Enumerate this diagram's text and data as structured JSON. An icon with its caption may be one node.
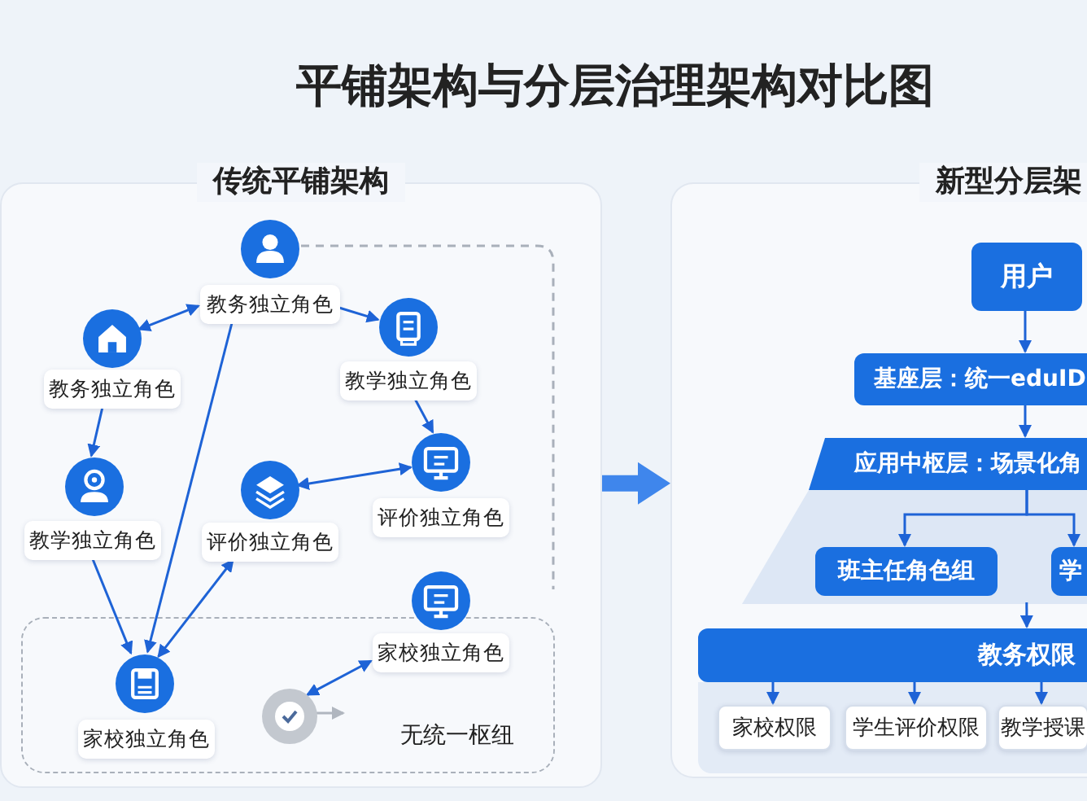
{
  "diagram": {
    "title": "平铺架构与分层治理架构对比图",
    "nodes": [
      {
        "text": [
          "传统平铺架构"
        ]
      },
      {
        "text": [
          "教务独立角色"
        ],
        "in": 0
      },
      {
        "text": [
          "教务独立角色"
        ],
        "in": 0
      },
      {
        "text": [
          "教学独立角色"
        ],
        "in": 0
      },
      {
        "text": [
          "评价独立角色"
        ],
        "in": 0
      },
      {
        "text": [
          "教学独立角色"
        ],
        "in": 0
      },
      {
        "text": [
          "评价独立角色"
        ],
        "in": 0
      },
      {
        "text": [
          "家校独立角色"
        ],
        "in": 0
      },
      {
        "text": [
          "无统一枢纽"
        ],
        "in": 0
      },
      {
        "text": [
          "家校独立角色"
        ],
        "in": 8
      },
      {
        "text": [],
        "shape": "circle",
        "in": 8
      },
      {
        "text": [
          "新型分层架"
        ]
      },
      {
        "text": [
          "用户"
        ],
        "in": 11
      },
      {
        "text": [
          "基座层：统一eduID"
        ],
        "in": 11
      },
      {
        "text": [
          "应用中枢层：场景化角"
        ],
        "in": 11
      },
      {
        "text": [],
        "shape": "band",
        "in": 11
      },
      {
        "text": [
          "班主任角色组"
        ],
        "in": 15
      },
      {
        "text": [
          "学"
        ],
        "in": 15
      },
      {
        "text": [
          "教务权限"
        ],
        "in": 11
      },
      {
        "text": [
          "家校权限"
        ],
        "in": 11
      },
      {
        "text": [
          "学生评价权限"
        ],
        "in": 11
      },
      {
        "text": [
          "教学授课"
        ],
        "in": 11
      }
    ],
    "edges": [
      {
        "from": 2,
        "to": 1,
        "arrow": "both"
      },
      {
        "from": 1,
        "to": 3,
        "arrow": "to"
      },
      {
        "from": 2,
        "to": 5,
        "arrow": "to"
      },
      {
        "from": 3,
        "to": 4,
        "arrow": "to"
      },
      {
        "from": 4,
        "to": 6,
        "arrow": "both"
      },
      {
        "from": 1,
        "to": 9,
        "arrow": "to"
      },
      {
        "from": 5,
        "to": 9,
        "arrow": "to"
      },
      {
        "from": 9,
        "to": 6,
        "arrow": "both"
      },
      {
        "from": 7,
        "to": 10,
        "arrow": "both"
      },
      {
        "from": 10,
        "to": null,
        "arrow": "to",
        "color": "#b0b6bf"
      },
      {
        "from": 0,
        "to": 11,
        "arrow": "to",
        "style": "thick"
      },
      {
        "from": 12,
        "to": 13,
        "arrow": "to"
      },
      {
        "from": 13,
        "to": 14,
        "arrow": "to"
      },
      {
        "from": 14,
        "to": 16,
        "arrow": "to"
      },
      {
        "from": 14,
        "to": 17,
        "arrow": "to"
      },
      {
        "from": 15,
        "to": 18,
        "arrow": "to"
      },
      {
        "from": 18,
        "to": 19,
        "arrow": "to"
      },
      {
        "from": 18,
        "to": 20,
        "arrow": "to"
      },
      {
        "from": 18,
        "to": 21,
        "arrow": "to"
      }
    ]
  }
}
